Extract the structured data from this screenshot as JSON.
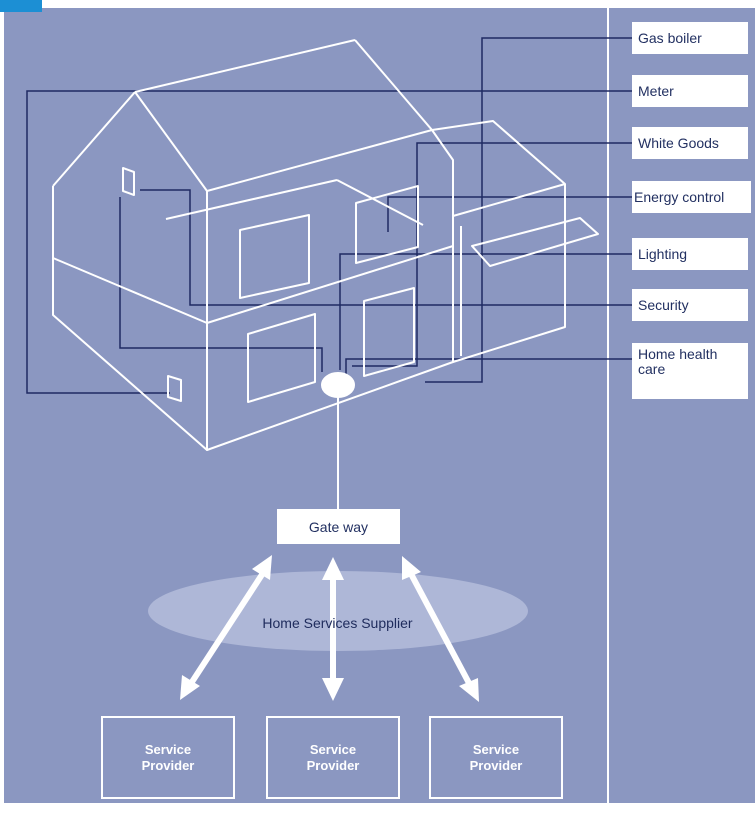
{
  "colors": {
    "background": "#8b97c1",
    "line": "#ffffff",
    "connector": "#1f2a63",
    "accent_tab": "#1c8fd4",
    "ellipse": "#b4bcdb"
  },
  "device_labels": [
    "Gas boiler",
    "Meter",
    "White Goods",
    "Energy control",
    "Lighting",
    "Security",
    "Home health care"
  ],
  "gateway": {
    "label": "Gate way"
  },
  "supplier": {
    "label": "Home Services Supplier"
  },
  "providers": [
    {
      "label": "Service Provider"
    },
    {
      "label": "Service Provider"
    },
    {
      "label": "Service Provider"
    }
  ]
}
